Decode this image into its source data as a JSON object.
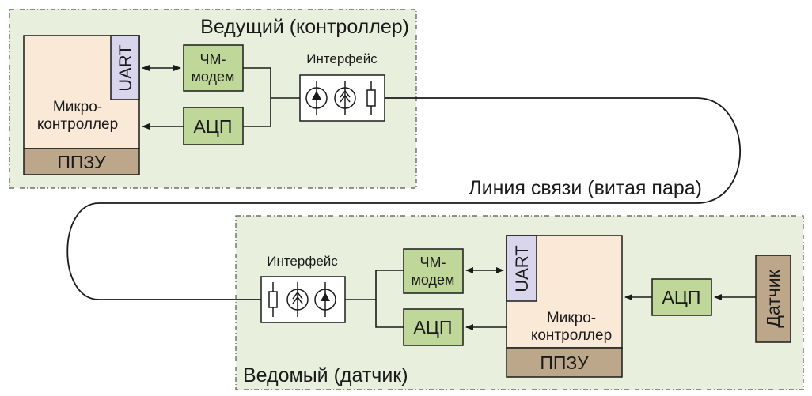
{
  "colors": {
    "section_bg": "#e8f0dd",
    "mcu_body": "#fbe9d7",
    "rom_fill": "#bda78a",
    "uart_fill": "#d8d5ec",
    "block_fill": "#bfd89a",
    "interface_fill": "#ffffff",
    "line": "#1a1a1a"
  },
  "master": {
    "title": "Ведущий (контроллер)",
    "uart": "UART",
    "mcu_line1": "Микро-",
    "mcu_line2": "контроллер",
    "rom": "ППЗУ",
    "modem_line1": "ЧМ-",
    "modem_line2": "модем",
    "adc": "АЦП",
    "interface": "Интерфейс"
  },
  "link": {
    "label": "Линия связи (витая пара)"
  },
  "slave": {
    "title": "Ведомый (датчик)",
    "interface": "Интерфейс",
    "modem_line1": "ЧМ-",
    "modem_line2": "модем",
    "adc_left": "АЦП",
    "uart": "UART",
    "mcu_line1": "Микро-",
    "mcu_line2": "контроллер",
    "rom": "ППЗУ",
    "adc_right": "АЦП",
    "sensor": "Датчик"
  },
  "icons": [
    "current-source-icon",
    "current-source-icon",
    "resistor-icon"
  ]
}
